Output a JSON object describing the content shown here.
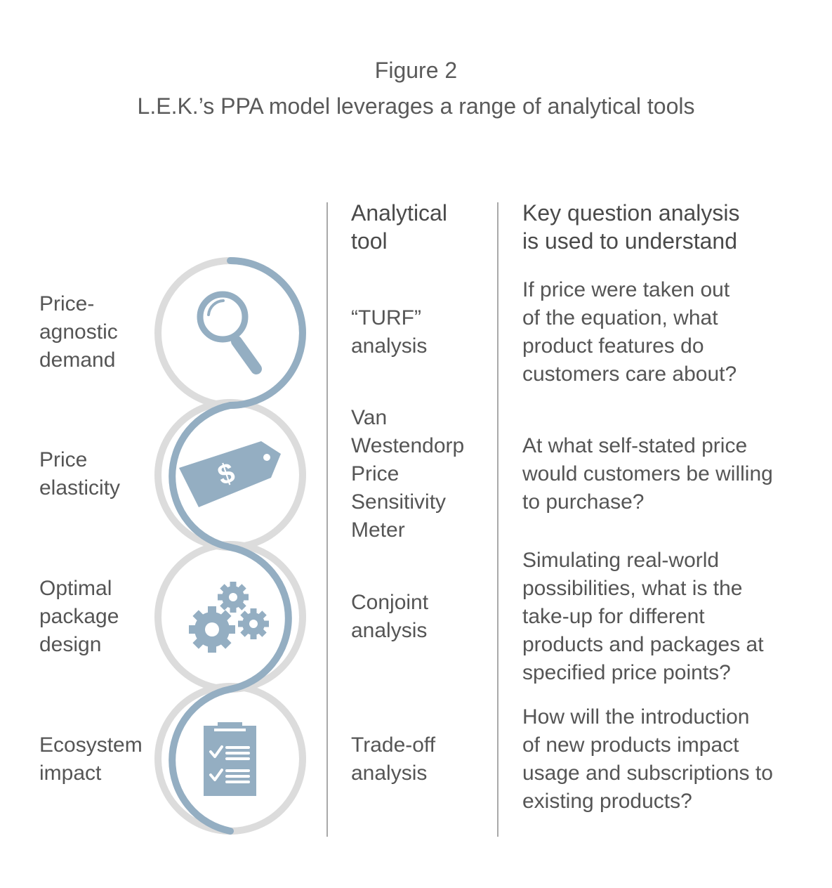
{
  "figure": {
    "label": "Figure 2",
    "title": "L.E.K.’s PPA model leverages a range of analytical tools"
  },
  "headers": {
    "tool": [
      "Analytical",
      "tool"
    ],
    "question": [
      "Key question analysis",
      "is used to understand"
    ]
  },
  "rows": [
    {
      "label": [
        "Price-",
        "agnostic",
        "demand"
      ],
      "icon": "magnifying-glass-icon",
      "tool": [
        "“TURF”",
        "analysis"
      ],
      "question": [
        "If price were taken out",
        "of the equation, what",
        "product features do",
        "customers care about?"
      ]
    },
    {
      "label": [
        "Price",
        "elasticity"
      ],
      "icon": "price-tag-icon",
      "icon_text": "$",
      "tool": [
        "Van",
        "Westendorp",
        "Price",
        "Sensitivity",
        "Meter"
      ],
      "question": [
        "At what self-stated price",
        "would customers be willing",
        "to purchase?"
      ]
    },
    {
      "label": [
        "Optimal",
        "package",
        "design"
      ],
      "icon": "gears-icon",
      "tool": [
        "Conjoint",
        "analysis"
      ],
      "question": [
        "Simulating real-world",
        "possibilities, what is the",
        "take-up for different",
        "products and packages at",
        "specified price points?"
      ]
    },
    {
      "label": [
        "Ecosystem",
        "impact"
      ],
      "icon": "checklist-icon",
      "tool": [
        "Trade-off",
        "analysis"
      ],
      "question": [
        "How will the introduction",
        "of new products impact",
        "usage and subscriptions to",
        "existing products?"
      ]
    }
  ],
  "colors": {
    "accent": "#94aec2",
    "ring_gray": "#dcdcdc",
    "divider": "#a9a9a9",
    "text": "#555555"
  }
}
